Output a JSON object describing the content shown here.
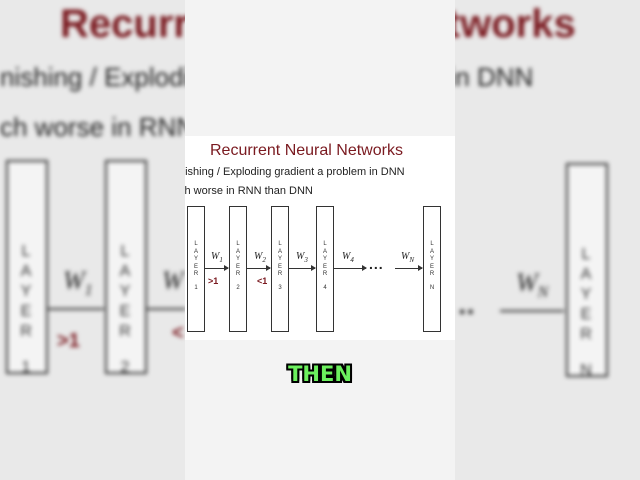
{
  "slide": {
    "title": "Recurrent Neural Networks",
    "line1": "nishing / Exploding gradient a problem in DNN",
    "line2": "ch worse in RNN than DNN",
    "layers": [
      {
        "l": "L",
        "a": "A",
        "y": "Y",
        "e": "E",
        "r": "R",
        "n": "1"
      },
      {
        "l": "L",
        "a": "A",
        "y": "Y",
        "e": "E",
        "r": "R",
        "n": "2"
      },
      {
        "l": "L",
        "a": "A",
        "y": "Y",
        "e": "E",
        "r": "R",
        "n": "3"
      },
      {
        "l": "L",
        "a": "A",
        "y": "Y",
        "e": "E",
        "r": "R",
        "n": "4"
      },
      {
        "l": "L",
        "a": "A",
        "y": "Y",
        "e": "E",
        "r": "R",
        "n": "N"
      }
    ],
    "weights": {
      "w1": {
        "base": "W",
        "sub": "1"
      },
      "w2": {
        "base": "W",
        "sub": "2"
      },
      "w3": {
        "base": "W",
        "sub": "3"
      },
      "w4": {
        "base": "W",
        "sub": "4"
      },
      "wn": {
        "base": "W",
        "sub": "N"
      }
    },
    "gt": ">1",
    "lt": "<1",
    "dots": "..."
  },
  "background": {
    "title": "Recurrent Neural Networks",
    "line1": "nishing / Exploding gradient a problem in DNN",
    "line2": "ch worse in RNN than DNN",
    "layer_left": {
      "l": "L",
      "a": "A",
      "y": "Y",
      "e": "E",
      "r": "R",
      "n": "1"
    },
    "layer_second": {
      "l": "L",
      "a": "A",
      "y": "Y",
      "e": "E",
      "r": "R",
      "n": "2"
    },
    "layer_right": {
      "l": "L",
      "a": "A",
      "y": "Y",
      "e": "E",
      "r": "R",
      "n": "N"
    },
    "w1": {
      "base": "W",
      "sub": "1"
    },
    "wn": {
      "base": "W",
      "sub": "N"
    },
    "w_partial": "W",
    "gt": ">1",
    "lt_partial": "<",
    "dots": ".."
  },
  "caption": "THEN",
  "colors": {
    "title": "#7a1a20",
    "caption": "#6cf05e"
  }
}
